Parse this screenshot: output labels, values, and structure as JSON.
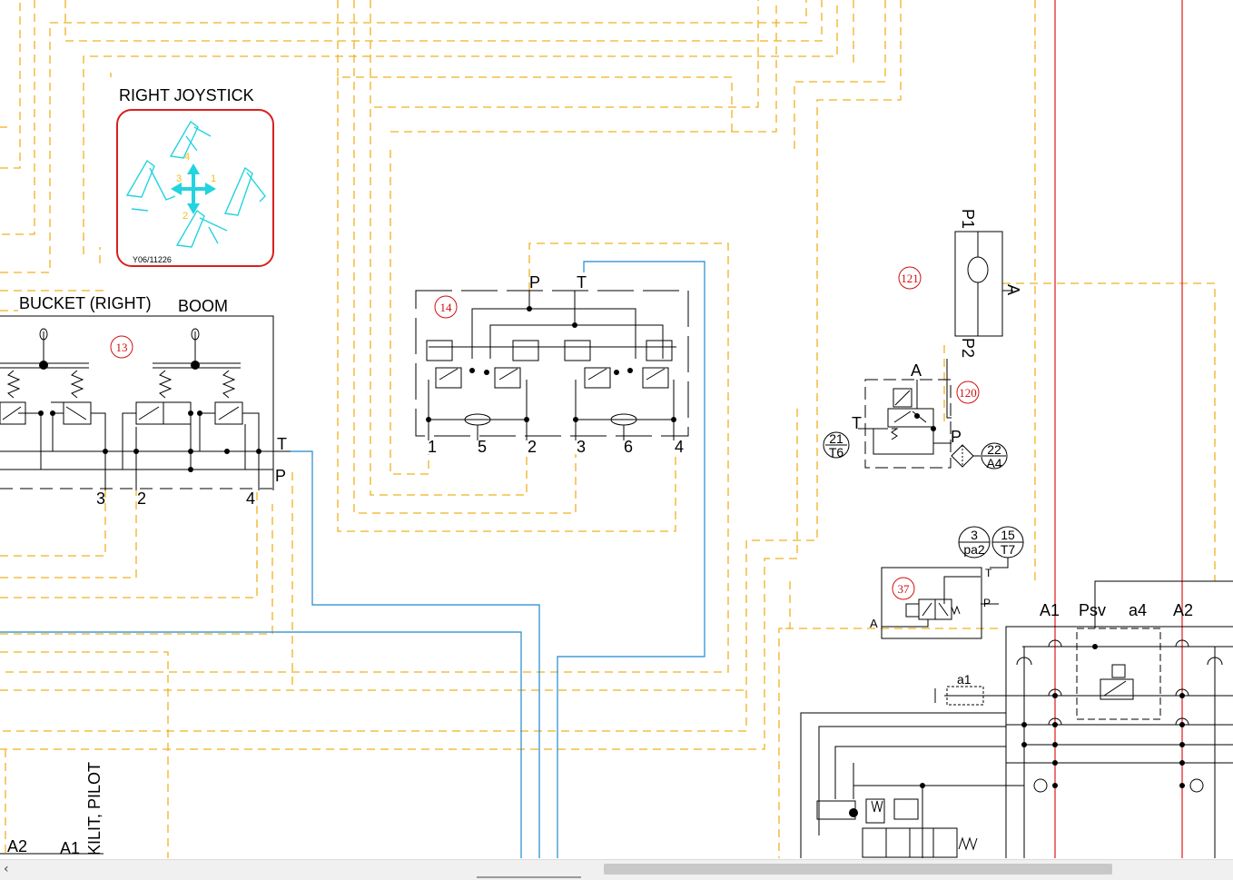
{
  "labels": {
    "right_joystick": "RIGHT  JOYSTICK",
    "joystick_code": "Y06/11226",
    "bucket_right": "BUCKET (RIGHT)",
    "boom": "BOOM",
    "kilit_pilot": "KILIT, PILOT",
    "a2_bottom": "A2",
    "a1_bottom": "A1"
  },
  "refs": {
    "r13": "13",
    "r14": "14",
    "r120": "120",
    "r121": "121",
    "r37": "37"
  },
  "joystick_dirs": {
    "d1": "1",
    "d2": "2",
    "d3": "3",
    "d4": "4"
  },
  "valve13": {
    "T": "T",
    "P": "P",
    "port3": "3",
    "port2": "2",
    "port4": "4"
  },
  "valve14": {
    "P": "P",
    "T": "T",
    "p1": "1",
    "p5": "5",
    "p2": "2",
    "p3": "3",
    "p6": "6",
    "p4": "4"
  },
  "shuttle121": {
    "P1": "P1",
    "P2": "P2",
    "A": "A"
  },
  "valve120": {
    "A": "A",
    "T": "T",
    "P": "P",
    "c21": "21",
    "c21b": "T6",
    "c22": "22",
    "c22b": "A4"
  },
  "valve37": {
    "c3": "3",
    "c3b": "pa2",
    "c15": "15",
    "c15b": "T7",
    "T": "T",
    "P": "P",
    "A": "A"
  },
  "block": {
    "A1": "A1",
    "Psv": "Psv",
    "a4": "a4",
    "A2": "A2",
    "a1": "a1"
  },
  "colors": {
    "pilot_line": "#f0b020",
    "tank_line": "#1e88d0",
    "pressure_line": "#e01818",
    "ref_circle": "#d01010",
    "joystick_icon": "#22d3e0"
  },
  "icons": {
    "scroll_left": "chevron-left-icon"
  }
}
